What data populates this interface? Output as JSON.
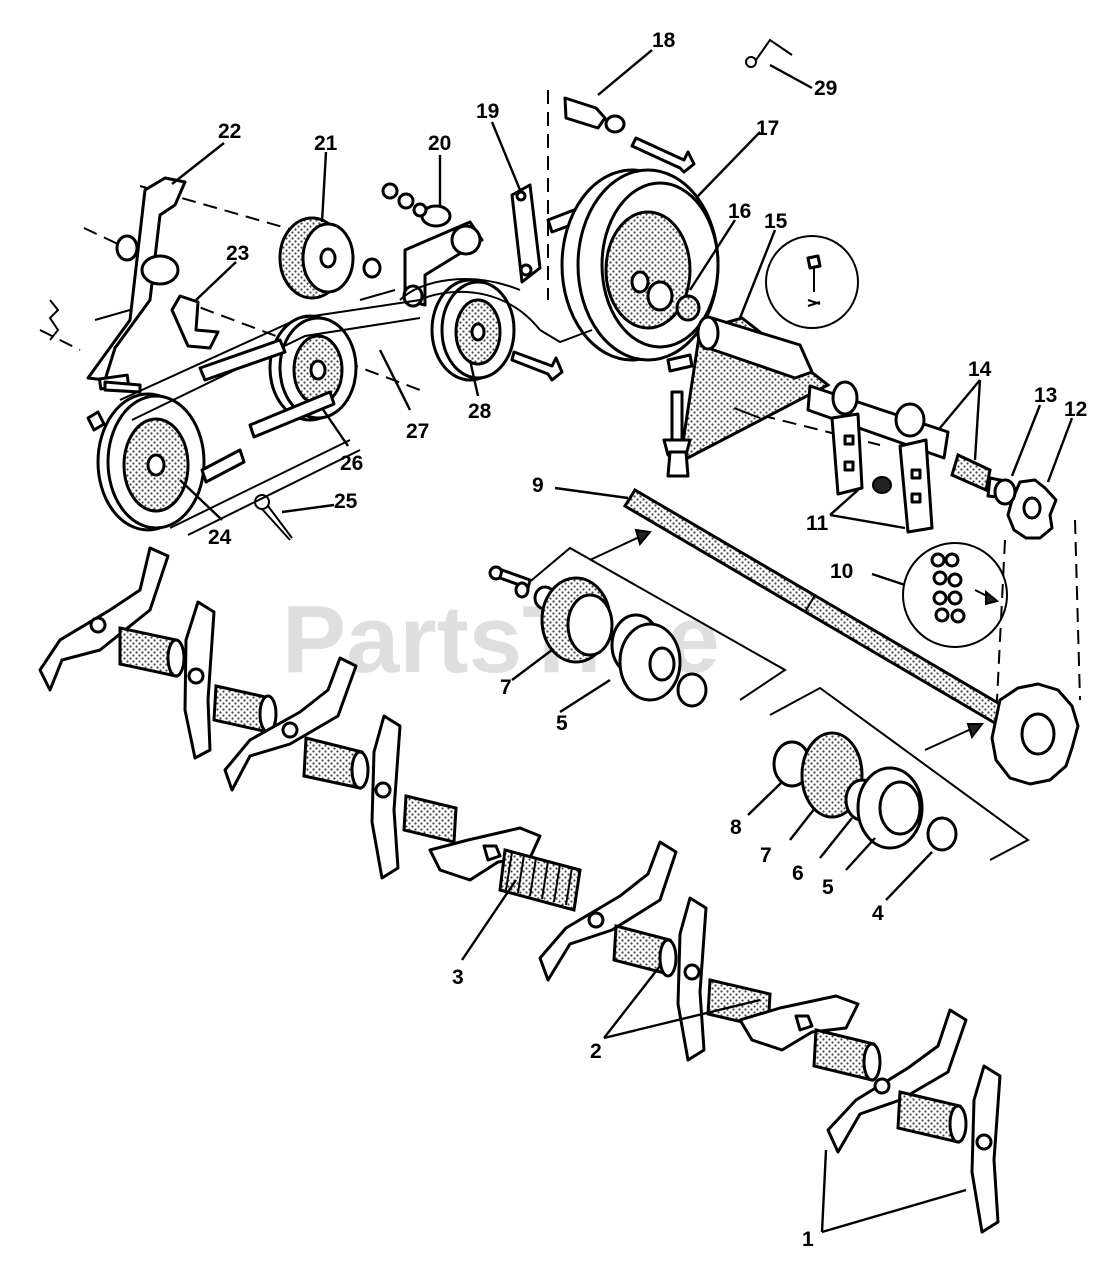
{
  "watermark": "PartsTree",
  "callouts": [
    {
      "id": "c18",
      "text": "18"
    },
    {
      "id": "c29",
      "text": "29"
    },
    {
      "id": "c19",
      "text": "19"
    },
    {
      "id": "c17",
      "text": "17"
    },
    {
      "id": "c22",
      "text": "22"
    },
    {
      "id": "c21",
      "text": "21"
    },
    {
      "id": "c20",
      "text": "20"
    },
    {
      "id": "c16",
      "text": "16"
    },
    {
      "id": "c15",
      "text": "15"
    },
    {
      "id": "c23",
      "text": "23"
    },
    {
      "id": "c14",
      "text": "14"
    },
    {
      "id": "c13",
      "text": "13"
    },
    {
      "id": "c12",
      "text": "12"
    },
    {
      "id": "c27",
      "text": "27"
    },
    {
      "id": "c28",
      "text": "28"
    },
    {
      "id": "c26",
      "text": "26"
    },
    {
      "id": "c24",
      "text": "24"
    },
    {
      "id": "c25",
      "text": "25"
    },
    {
      "id": "c9",
      "text": "9"
    },
    {
      "id": "c11",
      "text": "11"
    },
    {
      "id": "c10",
      "text": "10"
    },
    {
      "id": "c7a",
      "text": "7"
    },
    {
      "id": "c5a",
      "text": "5"
    },
    {
      "id": "c8",
      "text": "8"
    },
    {
      "id": "c7b",
      "text": "7"
    },
    {
      "id": "c6",
      "text": "6"
    },
    {
      "id": "c5b",
      "text": "5"
    },
    {
      "id": "c4",
      "text": "4"
    },
    {
      "id": "c3",
      "text": "3"
    },
    {
      "id": "c2",
      "text": "2"
    },
    {
      "id": "c1",
      "text": "1"
    }
  ]
}
